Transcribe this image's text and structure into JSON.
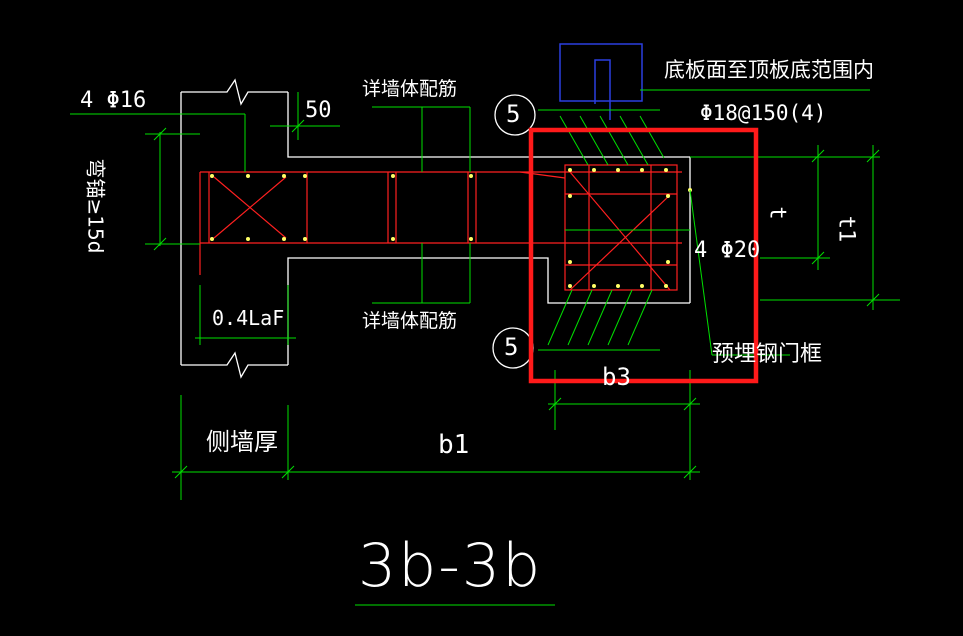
{
  "drawing": {
    "section_title": "3b-3b",
    "labels": {
      "rebar_4_phi16": "4 Φ16",
      "anchor_15d": "弯锚≥15d",
      "dim_50": "50",
      "wall_rebar_top": "详墙体配筋",
      "wall_rebar_bottom": "详墙体配筋",
      "dim_04laf": "0.4LaF",
      "side_wall_thickness": "侧墙厚",
      "dim_b1": "b1",
      "dim_b3": "b3",
      "callout_5_top": "5",
      "callout_5_bottom": "5",
      "range_note": "底板面至顶板底范围内",
      "stirrup": "Φ18@150(4)",
      "rebar_4_phi20": "4 Φ20",
      "dim_t": "t",
      "dim_t1": "t1",
      "embedded_frame": "预埋钢门框"
    },
    "colors": {
      "background": "#000000",
      "outline": "#ffffff",
      "rebar": "#ff2020",
      "dimension": "#00ff00",
      "highlight": "#ff1a1a",
      "embedded": "#1a2fd0",
      "text": "#ffffff"
    }
  }
}
